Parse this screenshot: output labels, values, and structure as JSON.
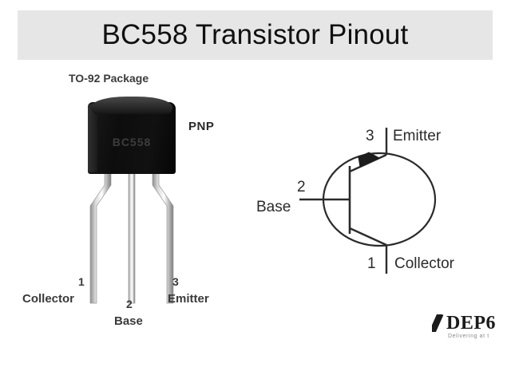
{
  "header": {
    "title": "BC558 Transistor Pinout",
    "banner_color": "#e6e6e6"
  },
  "package": {
    "caption": "TO-92 Package",
    "body_marking": "BC558",
    "polarity_label": "PNP",
    "body_color": "#0d0d0d",
    "marking_color": "#3d3d3d",
    "lead_color": "#b0b0b0",
    "pins": [
      {
        "number": "1",
        "name": "Collector"
      },
      {
        "number": "2",
        "name": "Base"
      },
      {
        "number": "3",
        "name": "Emitter"
      }
    ]
  },
  "symbol": {
    "type": "PNP bipolar junction transistor",
    "line_color": "#2b2b2b",
    "terminals": [
      {
        "number": "3",
        "name": "Emitter",
        "position": "top"
      },
      {
        "number": "2",
        "name": "Base",
        "position": "left"
      },
      {
        "number": "1",
        "name": "Collector",
        "position": "bottom"
      }
    ]
  },
  "watermark": {
    "brand": "DEP6",
    "tagline": "Delivering at t"
  }
}
